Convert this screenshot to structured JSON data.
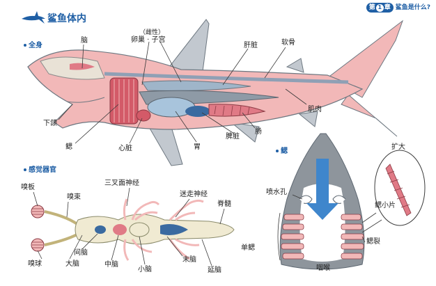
{
  "header": {
    "title": "鲨鱼体内",
    "chapter_prefix": "第",
    "chapter_number": "1",
    "chapter_suffix": "章",
    "chapter_title": "鲨鱼是什么?"
  },
  "sections": {
    "whole_body": "全身",
    "sense_organs": "感觉器官",
    "gills": "鳃"
  },
  "body_labels": {
    "brain": "脑",
    "sex_note": "（雌性）",
    "ovary_uterus": "卵巢 · 子宫",
    "liver": "肝脏",
    "cartilage": "软骨",
    "lower_jaw": "下颌",
    "muscle": "肌肉",
    "gill": "鳃",
    "heart": "心脏",
    "stomach": "胃",
    "spleen": "脾脏",
    "intestine": "肠"
  },
  "sense_labels": {
    "olfactory_plate": "嗅板",
    "olfactory_tract": "嗅束",
    "trigeminal_nerve": "三叉面神经",
    "vagus_nerve": "迷走神经",
    "spinal_cord": "脊髓",
    "olfactory_bulb": "嗅球",
    "cerebrum": "大脑",
    "diencephalon": "间脑",
    "midbrain": "中脑",
    "cerebellum": "小脑",
    "peripheral_nerve": "末脑",
    "medulla": "延脑"
  },
  "gill_labels": {
    "spiracle": "喷水孔",
    "water_flow": "水流",
    "single_gill": "单鳃",
    "pharynx": "咽喉",
    "zoom": "扩大",
    "gill_lamella": "鳃小片",
    "gill_slit": "鳃裂"
  },
  "colors": {
    "accent": "#1f5fa5",
    "body_pink": "#f2b8b8",
    "fin_gray": "#c2c8cf",
    "organ_red": "#e07a86",
    "organ_blue": "#a8c4dc",
    "arrow_blue": "#3f86cc"
  }
}
